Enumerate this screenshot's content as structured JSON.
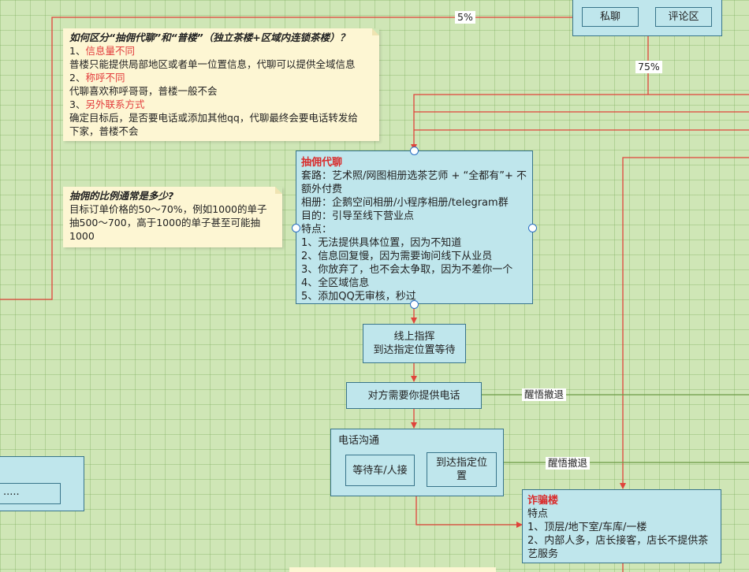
{
  "edge_labels": {
    "pct_5": "5%",
    "pct_75": "75%",
    "wake_up_1": "醒悟撤退",
    "wake_up_2": "醒悟撤退"
  },
  "top_box": {
    "private_chat": "私聊",
    "comment_area": "评论区"
  },
  "note_distinguish": {
    "title": "如何区分“抽佣代聊”和“普楼”（独立茶楼+区域内连锁茶楼）？",
    "point1_num": "1、",
    "point1_title": "信息量不同",
    "point1_text": "普楼只能提供局部地区或者单一位置信息，代聊可以提供全域信息",
    "point2_num": "2、",
    "point2_title": "称呼不同",
    "point2_text": "代聊喜欢称呼哥哥，普楼一般不会",
    "point3_num": "3、",
    "point3_title": "另外联系方式",
    "point3_text_1": "确定目标后，是否要电话或添加其他qq，代聊最终会要电话转发给",
    "point3_text_2": "下家，普楼不会"
  },
  "note_ratio": {
    "title": "抽佣的比例通常是多少?",
    "line1": "目标订单价格的50～70%，例如1000的单子",
    "line2": "抽500～700，高于1000的单子甚至可能抽",
    "line3": "1000"
  },
  "commission_box": {
    "title": "抽佣代聊",
    "line1": "套路：艺术照/网图相册选茶艺师 + “全都有”+ 不",
    "line2": "额外付费",
    "line3": "相册：企鹅空间相册/小程序相册/telegram群",
    "line4": "目的：引导至线下营业点",
    "line5": "特点：",
    "line6": "1、无法提供具体位置，因为不知道",
    "line7": "2、信息回复慢，因为需要询问线下从业员",
    "line8": "3、你放弃了，也不会太争取，因为不差你一个",
    "line9": "4、全区域信息",
    "line10": "5、添加QQ无审核，秒过"
  },
  "online_box": {
    "line1": "线上指挥",
    "line2": "到达指定位置等待"
  },
  "phone_request_box": {
    "text": "对方需要你提供电话"
  },
  "phone_comm_box": {
    "title": "电话沟通",
    "wait_car": "等待车/人接",
    "arrive_1": "到达指定位",
    "arrive_2": "置"
  },
  "fraud_box": {
    "title": "诈骗楼",
    "feature": "特点",
    "line1": "1、顶层/地下室/车库/一楼",
    "line2": "2、内部人多，店长接客，店长不提供茶",
    "line3": "艺服务"
  },
  "left_box": {
    "ellipsis": "....."
  },
  "colors": {
    "node_fill": "#bfe6ec",
    "node_border": "#38748a",
    "red_wire": "#e0433b",
    "green_wire": "#6a9a44",
    "note_fill": "#fdf6d3"
  }
}
